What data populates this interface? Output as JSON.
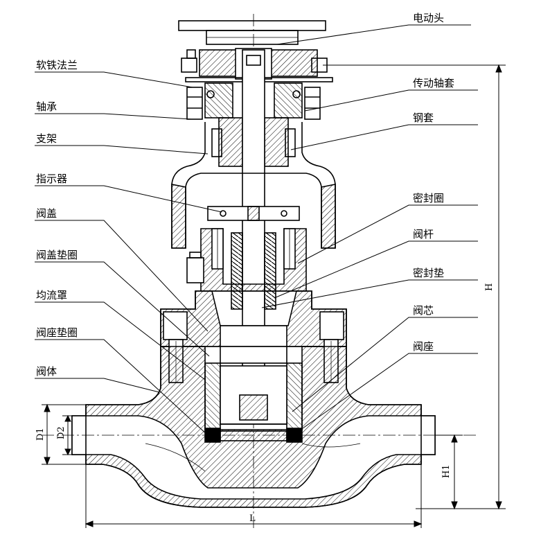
{
  "diagram": {
    "labels_left": {
      "l1": "软铁法兰",
      "l2": "轴承",
      "l3": "支架",
      "l4": "指示器",
      "l5": "阀盖",
      "l6": "阀盖垫圈",
      "l7": "均流罩",
      "l8": "阀座垫圈",
      "l9": "阀体"
    },
    "labels_right": {
      "r1": "电动头",
      "r2": "传动轴套",
      "r3": "钢套",
      "r4": "密封圈",
      "r5": "阀杆",
      "r6": "密封垫",
      "r7": "阀芯",
      "r8": "阀座"
    },
    "dimensions": {
      "H": "H",
      "H1": "H1",
      "L": "L",
      "D1": "D1",
      "D2": "D2"
    }
  }
}
